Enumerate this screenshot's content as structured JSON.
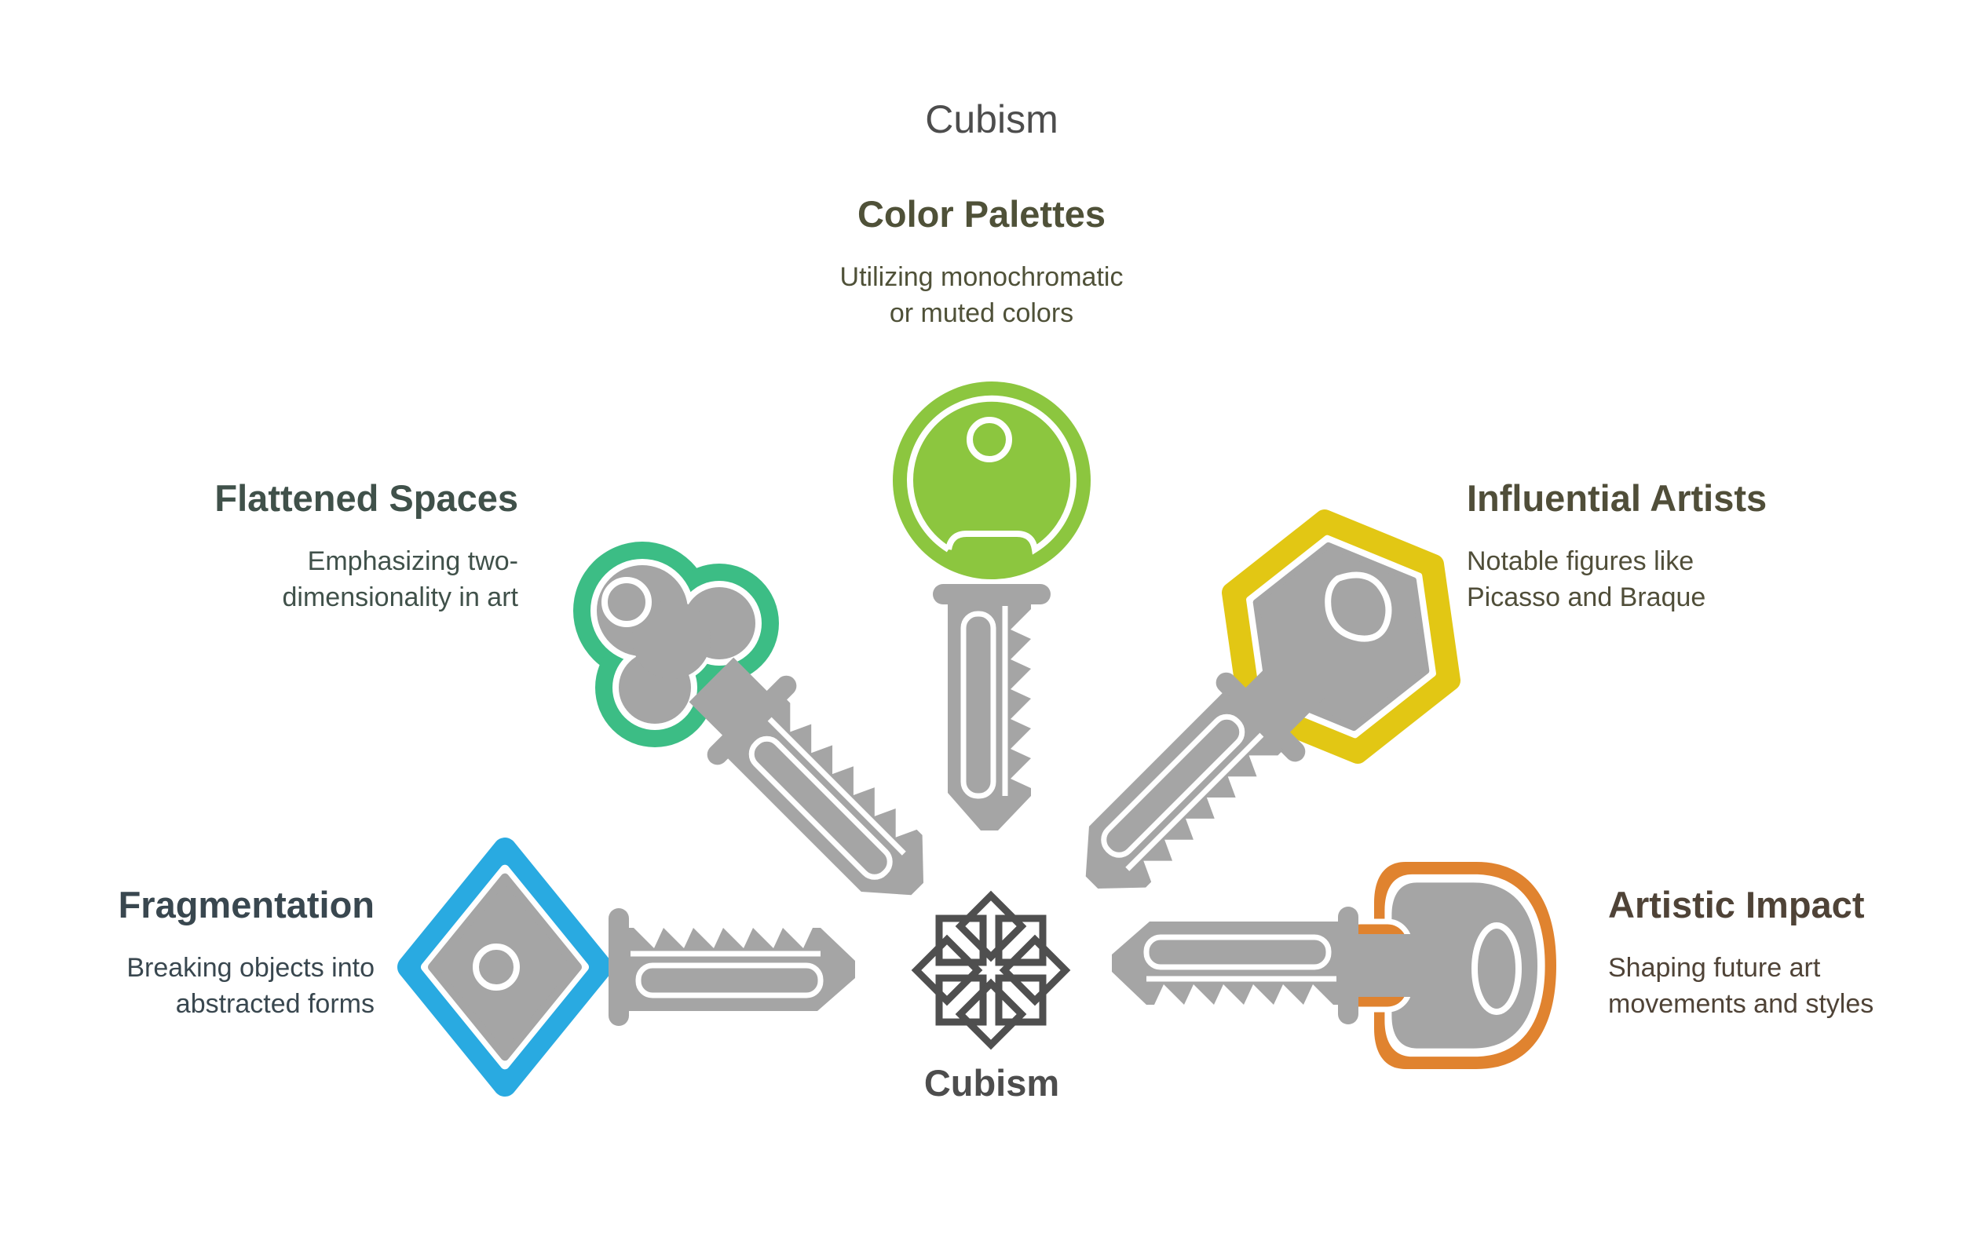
{
  "main_title": "Cubism",
  "center": {
    "label": "Cubism",
    "icon": "cubism-star-icon"
  },
  "colors": {
    "background": "#ffffff",
    "key_gray": "#a5a5a5",
    "outline_white": "#ffffff",
    "icon_stroke": "#4f4f4f",
    "title_color": "#4d4d4d"
  },
  "sections": [
    {
      "id": "color-palettes",
      "position": "top",
      "title": "Color Palettes",
      "description_line1": "Utilizing monochromatic",
      "description_line2": "or muted colors",
      "accent": "#8cc63f",
      "text_color": "#4f5138",
      "key_icon": "round-key-icon"
    },
    {
      "id": "flattened-spaces",
      "position": "upper-left",
      "title": "Flattened Spaces",
      "description_line1": "Emphasizing two-",
      "description_line2": "dimensionality in art",
      "accent": "#3cbd85",
      "text_color": "#40514a",
      "key_icon": "clover-key-icon"
    },
    {
      "id": "influential-artists",
      "position": "upper-right",
      "title": "Influential Artists",
      "description_line1": "Notable figures like",
      "description_line2": "Picasso and Braque",
      "accent": "#e2c714",
      "text_color": "#504e39",
      "key_icon": "hexagon-key-icon"
    },
    {
      "id": "fragmentation",
      "position": "lower-left",
      "title": "Fragmentation",
      "description_line1": "Breaking objects into",
      "description_line2": "abstracted forms",
      "accent": "#29aae1",
      "text_color": "#39474f",
      "key_icon": "diamond-key-icon"
    },
    {
      "id": "artistic-impact",
      "position": "lower-right",
      "title": "Artistic Impact",
      "description_line1": "Shaping future art",
      "description_line2": "movements and styles",
      "accent": "#e0832f",
      "text_color": "#4f4337",
      "key_icon": "barrel-key-icon"
    }
  ]
}
